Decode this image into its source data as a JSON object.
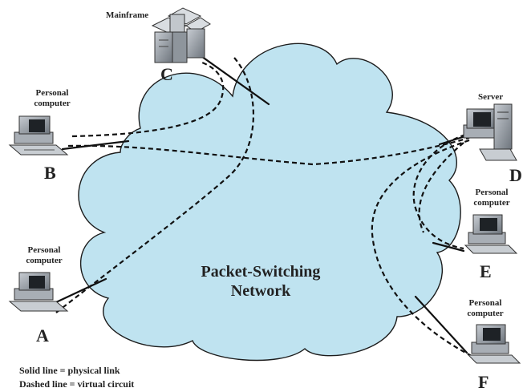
{
  "network": {
    "line1": "Packet-Switching",
    "line2": "Network"
  },
  "nodes": {
    "A": {
      "letter": "A",
      "line1": "Personal",
      "line2": "computer"
    },
    "B": {
      "letter": "B",
      "line1": "Personal",
      "line2": "computer"
    },
    "C": {
      "letter": "C",
      "label": "Mainframe"
    },
    "D": {
      "letter": "D",
      "label": "Server"
    },
    "E": {
      "letter": "E",
      "line1": "Personal",
      "line2": "computer"
    },
    "F": {
      "letter": "F",
      "line1": "Personal",
      "line2": "computer"
    }
  },
  "legend": {
    "solid": "Solid line = physical link",
    "dashed": "Dashed line = virtual circuit"
  },
  "colors": {
    "cloud_fill": "#bfe3f0",
    "cloud_stroke": "#1c1c1c",
    "computer": "#808a94"
  }
}
